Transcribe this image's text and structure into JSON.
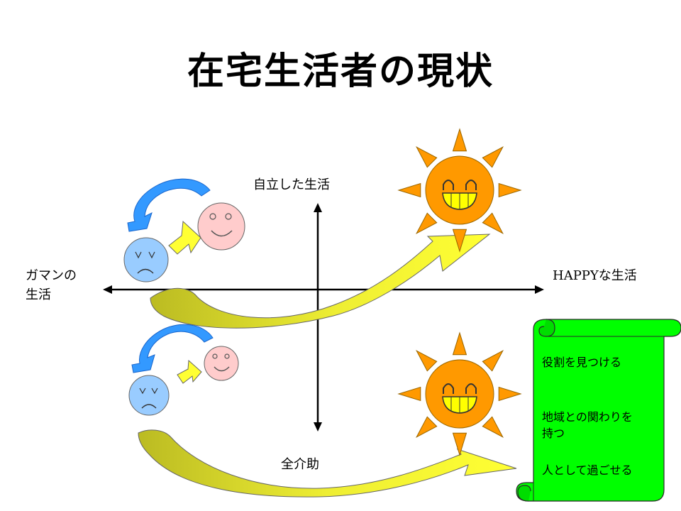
{
  "title": "在宅生活者の現状",
  "axis_labels": {
    "top": "自立した生活",
    "bottom": "全介助",
    "left_line1": "ガマンの",
    "left_line2": "生活",
    "right": "HAPPYな生活"
  },
  "scroll_items": [
    "役割を見つける",
    "地域との関わりを",
    "持つ",
    "人として過ごせる"
  ],
  "colors": {
    "scroll_green": "#00FF00",
    "sun_orange": "#FF9900",
    "sun_face_yellow": "#FFFF00",
    "arrow_yellow": "#FFFF33",
    "arrow_olive": "#CCCC33",
    "curve_blue": "#3399FF",
    "happy_face_pink": "#FFCCCC",
    "sad_face_blue": "#99CCFF"
  }
}
